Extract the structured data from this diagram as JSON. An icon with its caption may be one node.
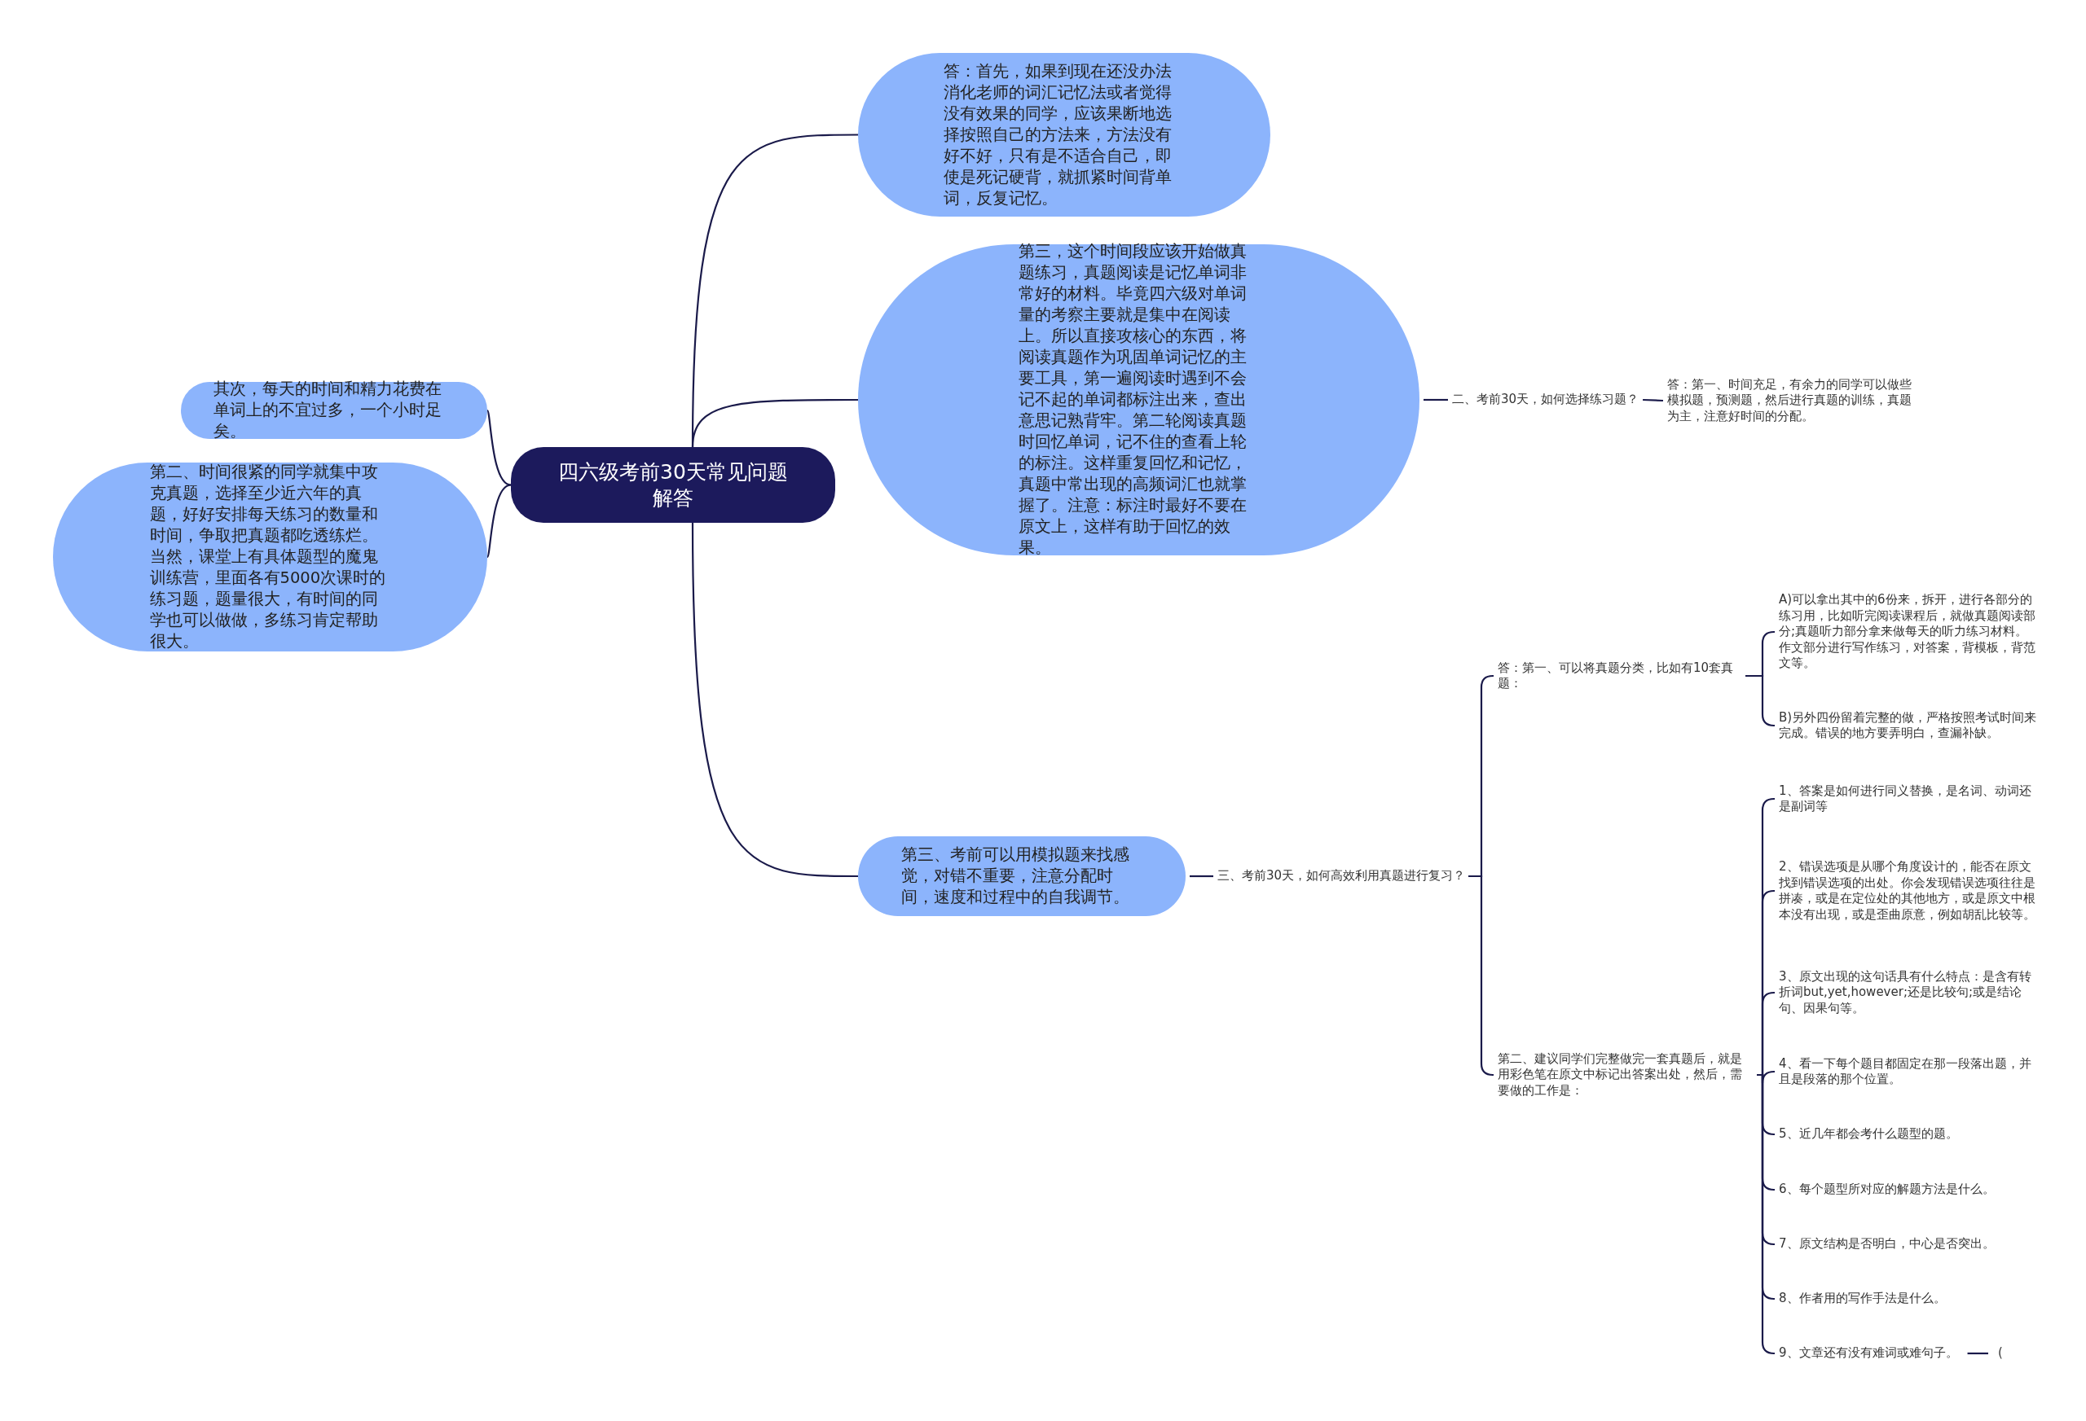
{
  "diagram": {
    "nodes": [
      {
        "text": [
          "四六级考前30天常见问题解答"
        ]
      },
      {
        "text": [
          "答：首先，如果到现在还没办法消化老师的词汇记忆法或者觉得没有效果的同学，应该果断地选择按照自己的方法来，方法没有好不好，只有是不适合自己，即使是死记硬背，就抓紧时间背单词，反复记忆。"
        ]
      },
      {
        "text": [
          "第三，这个时间段应该开始做真题练习，真题阅读是记忆单词非常好的材料。毕竟四六级对单词量的考察主要就是集中在阅读上。所以直接攻核心的东西，将阅读真题作为巩固单词记忆的主要工具，第一遍阅读时遇到不会记不起的单词都标注出来，查出意思记熟背牢。第二轮阅读真题时回忆单词，记不住的查看上轮的标注。这样重复回忆和记忆，真题中常出现的高频词汇也就掌握了。注意：标注时最好不要在原文上，这样有助于回忆的效果。"
        ]
      },
      {
        "text": [
          "其次，每天的时间和精力花费在单词上的不宜过多，一个小时足矣。"
        ]
      },
      {
        "text": [
          "第二、时间很紧的同学就集中攻克真题，选择至少近六年的真题，好好安排每天练习的数量和时间，争取把真题都吃透练烂。当然，课堂上有具体题型的魔鬼训练营，里面各有5000次课时的练习题，题量很大，有时间的同学也可以做做，多练习肯定帮助很大。"
        ]
      },
      {
        "text": [
          "第三、考前可以用模拟题来找感觉，对错不重要，注意分配时间，速度和过程中的自我调节。"
        ]
      },
      {
        "text": [
          "二、考前30天，如何选择练习题？"
        ]
      },
      {
        "text": [
          "答：第一、时间充足，有余力的同学可以做些模拟题，预测题，然后进行真题的训练，真题为主，注意好时间的分配。"
        ]
      },
      {
        "text": [
          "三、考前30天，如何高效利用真题进行复习？"
        ]
      },
      {
        "text": [
          "答：第一、可以将真题分类，比如有10套真题："
        ]
      },
      {
        "text": [
          "A)可以拿出其中的6份来，拆开，进行各部分的练习用，比如听完阅读课程后，就做真题阅读部分;真题听力部分拿来做每天的听力练习材料。作文部分进行写作练习，对答案，背模板，背范文等。"
        ]
      },
      {
        "text": [
          "B)另外四份留着完整的做，严格按照考试时间来完成。错误的地方要弄明白，查漏补缺。"
        ]
      },
      {
        "text": [
          "第二、建议同学们完整做完一套真题后，就是用彩色笔在原文中标记出答案出处，然后，需要做的工作是："
        ]
      },
      {
        "text": [
          "1、答案是如何进行同义替换，是名词、动词还是副词等"
        ]
      },
      {
        "text": [
          "2、错误选项是从哪个角度设计的，能否在原文找到错误选项的出处。你会发现错误选项往往是拼凑，或是在定位处的其他地方，或是原文中根本没有出现，或是歪曲原意，例如胡乱比较等。"
        ]
      },
      {
        "text": [
          "3、原文出现的这句话具有什么特点：是含有转折词but,yet,however;还是比较句;或是结论句、因果句等。"
        ]
      },
      {
        "text": [
          "4、看一下每个题目都固定在那一段落出题，并且是段落的那个位置。"
        ]
      },
      {
        "text": [
          "5、近几年都会考什么题型的题。"
        ]
      },
      {
        "text": [
          "6、每个题型所对应的解题方法是什么。"
        ]
      },
      {
        "text": [
          "7、原文结构是否明白，中心是否突出。"
        ]
      },
      {
        "text": [
          "8、作者用的写作手法是什么。"
        ]
      },
      {
        "text": [
          "9、文章还有没有难词或难句子。"
        ]
      },
      {
        "text": [
          "("
        ]
      }
    ],
    "edges": [
      {
        "from": 0,
        "to": 1,
        "arrow": "none"
      },
      {
        "from": 0,
        "to": 2,
        "arrow": "none"
      },
      {
        "from": 0,
        "to": 3,
        "arrow": "none"
      },
      {
        "from": 0,
        "to": 4,
        "arrow": "none"
      },
      {
        "from": 0,
        "to": 5,
        "arrow": "none"
      },
      {
        "from": 2,
        "to": 6,
        "arrow": "none"
      },
      {
        "from": 6,
        "to": 7,
        "arrow": "none"
      },
      {
        "from": 5,
        "to": 8,
        "arrow": "none"
      },
      {
        "from": 8,
        "to": 9,
        "arrow": "none"
      },
      {
        "from": 8,
        "to": 12,
        "arrow": "none"
      },
      {
        "from": 9,
        "to": 10,
        "arrow": "none"
      },
      {
        "from": 9,
        "to": 11,
        "arrow": "none"
      },
      {
        "from": 12,
        "to": 13,
        "arrow": "none"
      },
      {
        "from": 12,
        "to": 14,
        "arrow": "none"
      },
      {
        "from": 12,
        "to": 15,
        "arrow": "none"
      },
      {
        "from": 12,
        "to": 16,
        "arrow": "none"
      },
      {
        "from": 12,
        "to": 17,
        "arrow": "none"
      },
      {
        "from": 12,
        "to": 18,
        "arrow": "none"
      },
      {
        "from": 12,
        "to": 19,
        "arrow": "none"
      },
      {
        "from": 12,
        "to": 20,
        "arrow": "none"
      },
      {
        "from": 12,
        "to": 21,
        "arrow": "none"
      },
      {
        "from": 21,
        "to": 22,
        "arrow": "none"
      }
    ]
  }
}
